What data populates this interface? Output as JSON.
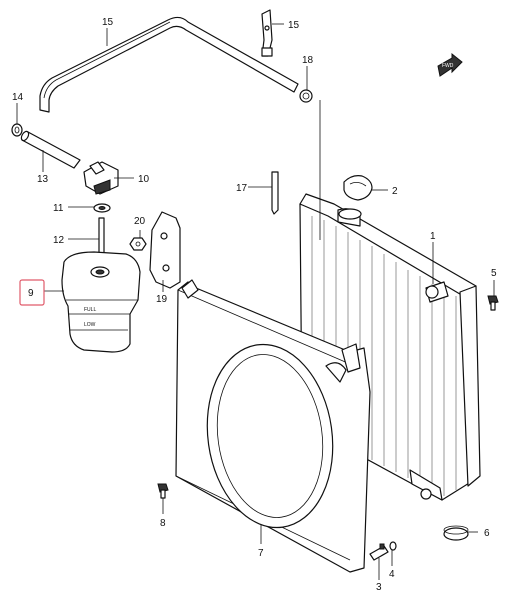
{
  "callouts": {
    "c1": "1",
    "c2": "2",
    "c3": "3",
    "c4": "4",
    "c5": "5",
    "c6": "6",
    "c7": "7",
    "c8": "8",
    "c9": "9",
    "c10": "10",
    "c11": "11",
    "c12": "12",
    "c13": "13",
    "c14": "14",
    "c15a": "15",
    "c15b": "15",
    "c17": "17",
    "c18": "18",
    "c19": "19",
    "c20": "20"
  },
  "arrow_label": "FWD",
  "tank_marks": {
    "upper": "FULL",
    "lower": "LOW"
  },
  "highlighted_part": "9",
  "colors": {
    "highlight": "#e05a6a",
    "ink": "#111111"
  }
}
